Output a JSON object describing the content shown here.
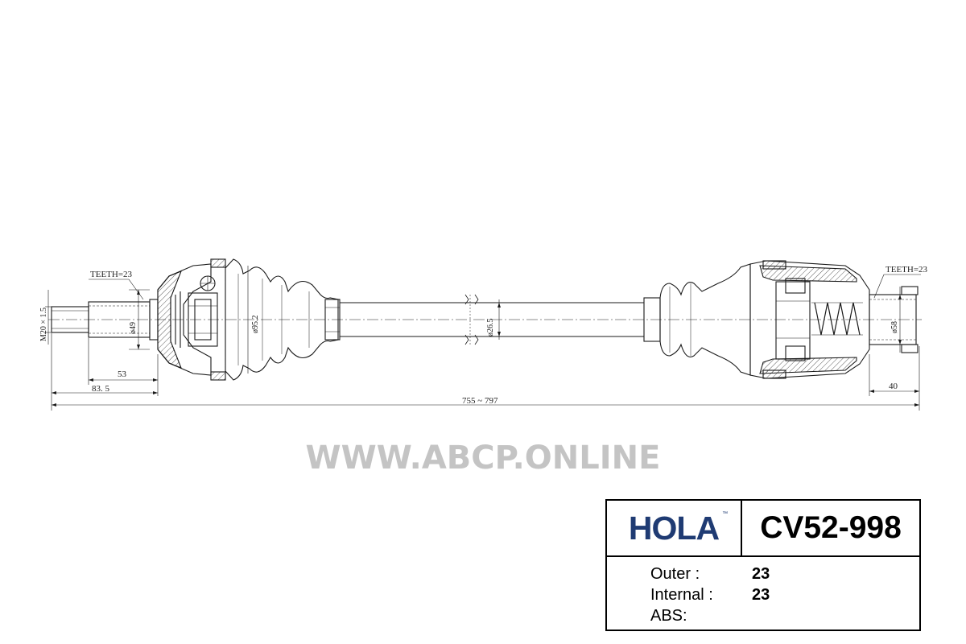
{
  "drawing": {
    "teeth_left": "TEETH=23",
    "teeth_right": "TEETH=23",
    "thread": "M20 × 1.5",
    "diam_spline": "ø49",
    "diam_joint": "ø95.2",
    "diam_shaft": "ø26.5",
    "diam_inner": "ø58",
    "dim_53": "53",
    "dim_83": "83. 5",
    "dim_total": "755 ~ 797",
    "dim_40": "40"
  },
  "watermark": "WWW.ABCP.ONLINE",
  "table": {
    "brand": "HOLA",
    "tm": "™",
    "part_number": "CV52-998",
    "outer_label": "Outer :",
    "outer_value": "23",
    "internal_label": "Internal :",
    "internal_value": "23",
    "abs_label": "ABS:",
    "abs_value": ""
  }
}
